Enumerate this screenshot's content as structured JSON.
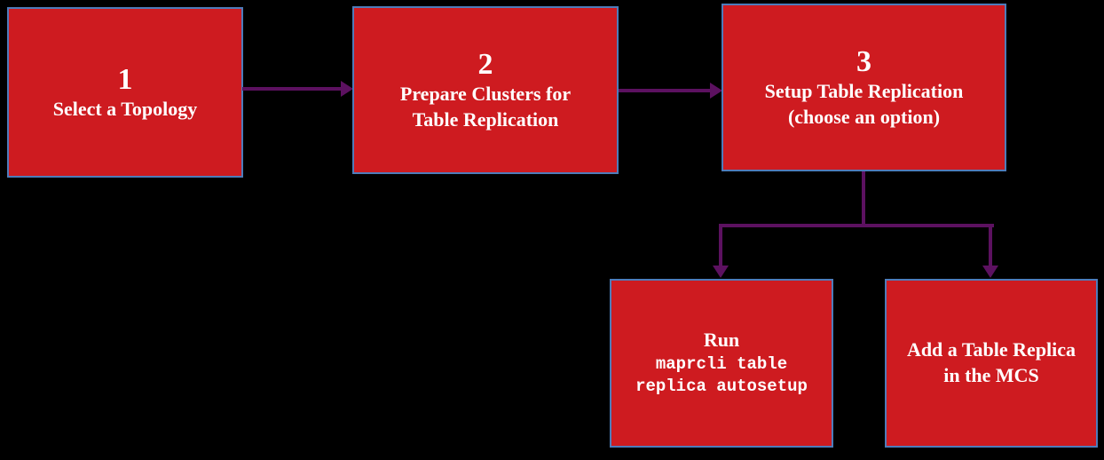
{
  "colors": {
    "background": "#000000",
    "box_fill": "#CE1B20",
    "box_border": "#4E7CBA",
    "arrow": "#5C1160",
    "text": "#FFFFFF"
  },
  "diagram": {
    "steps": [
      {
        "number": "1",
        "label": "Select a Topology"
      },
      {
        "number": "2",
        "label": "Prepare Clusters for Table Replication"
      },
      {
        "number": "3",
        "label": "Setup Table Replication",
        "sublabel": "(choose an option)"
      }
    ],
    "options": [
      {
        "title": "Run",
        "code": "maprcli table replica autosetup"
      },
      {
        "label": "Add a Table Replica in the MCS"
      }
    ]
  }
}
